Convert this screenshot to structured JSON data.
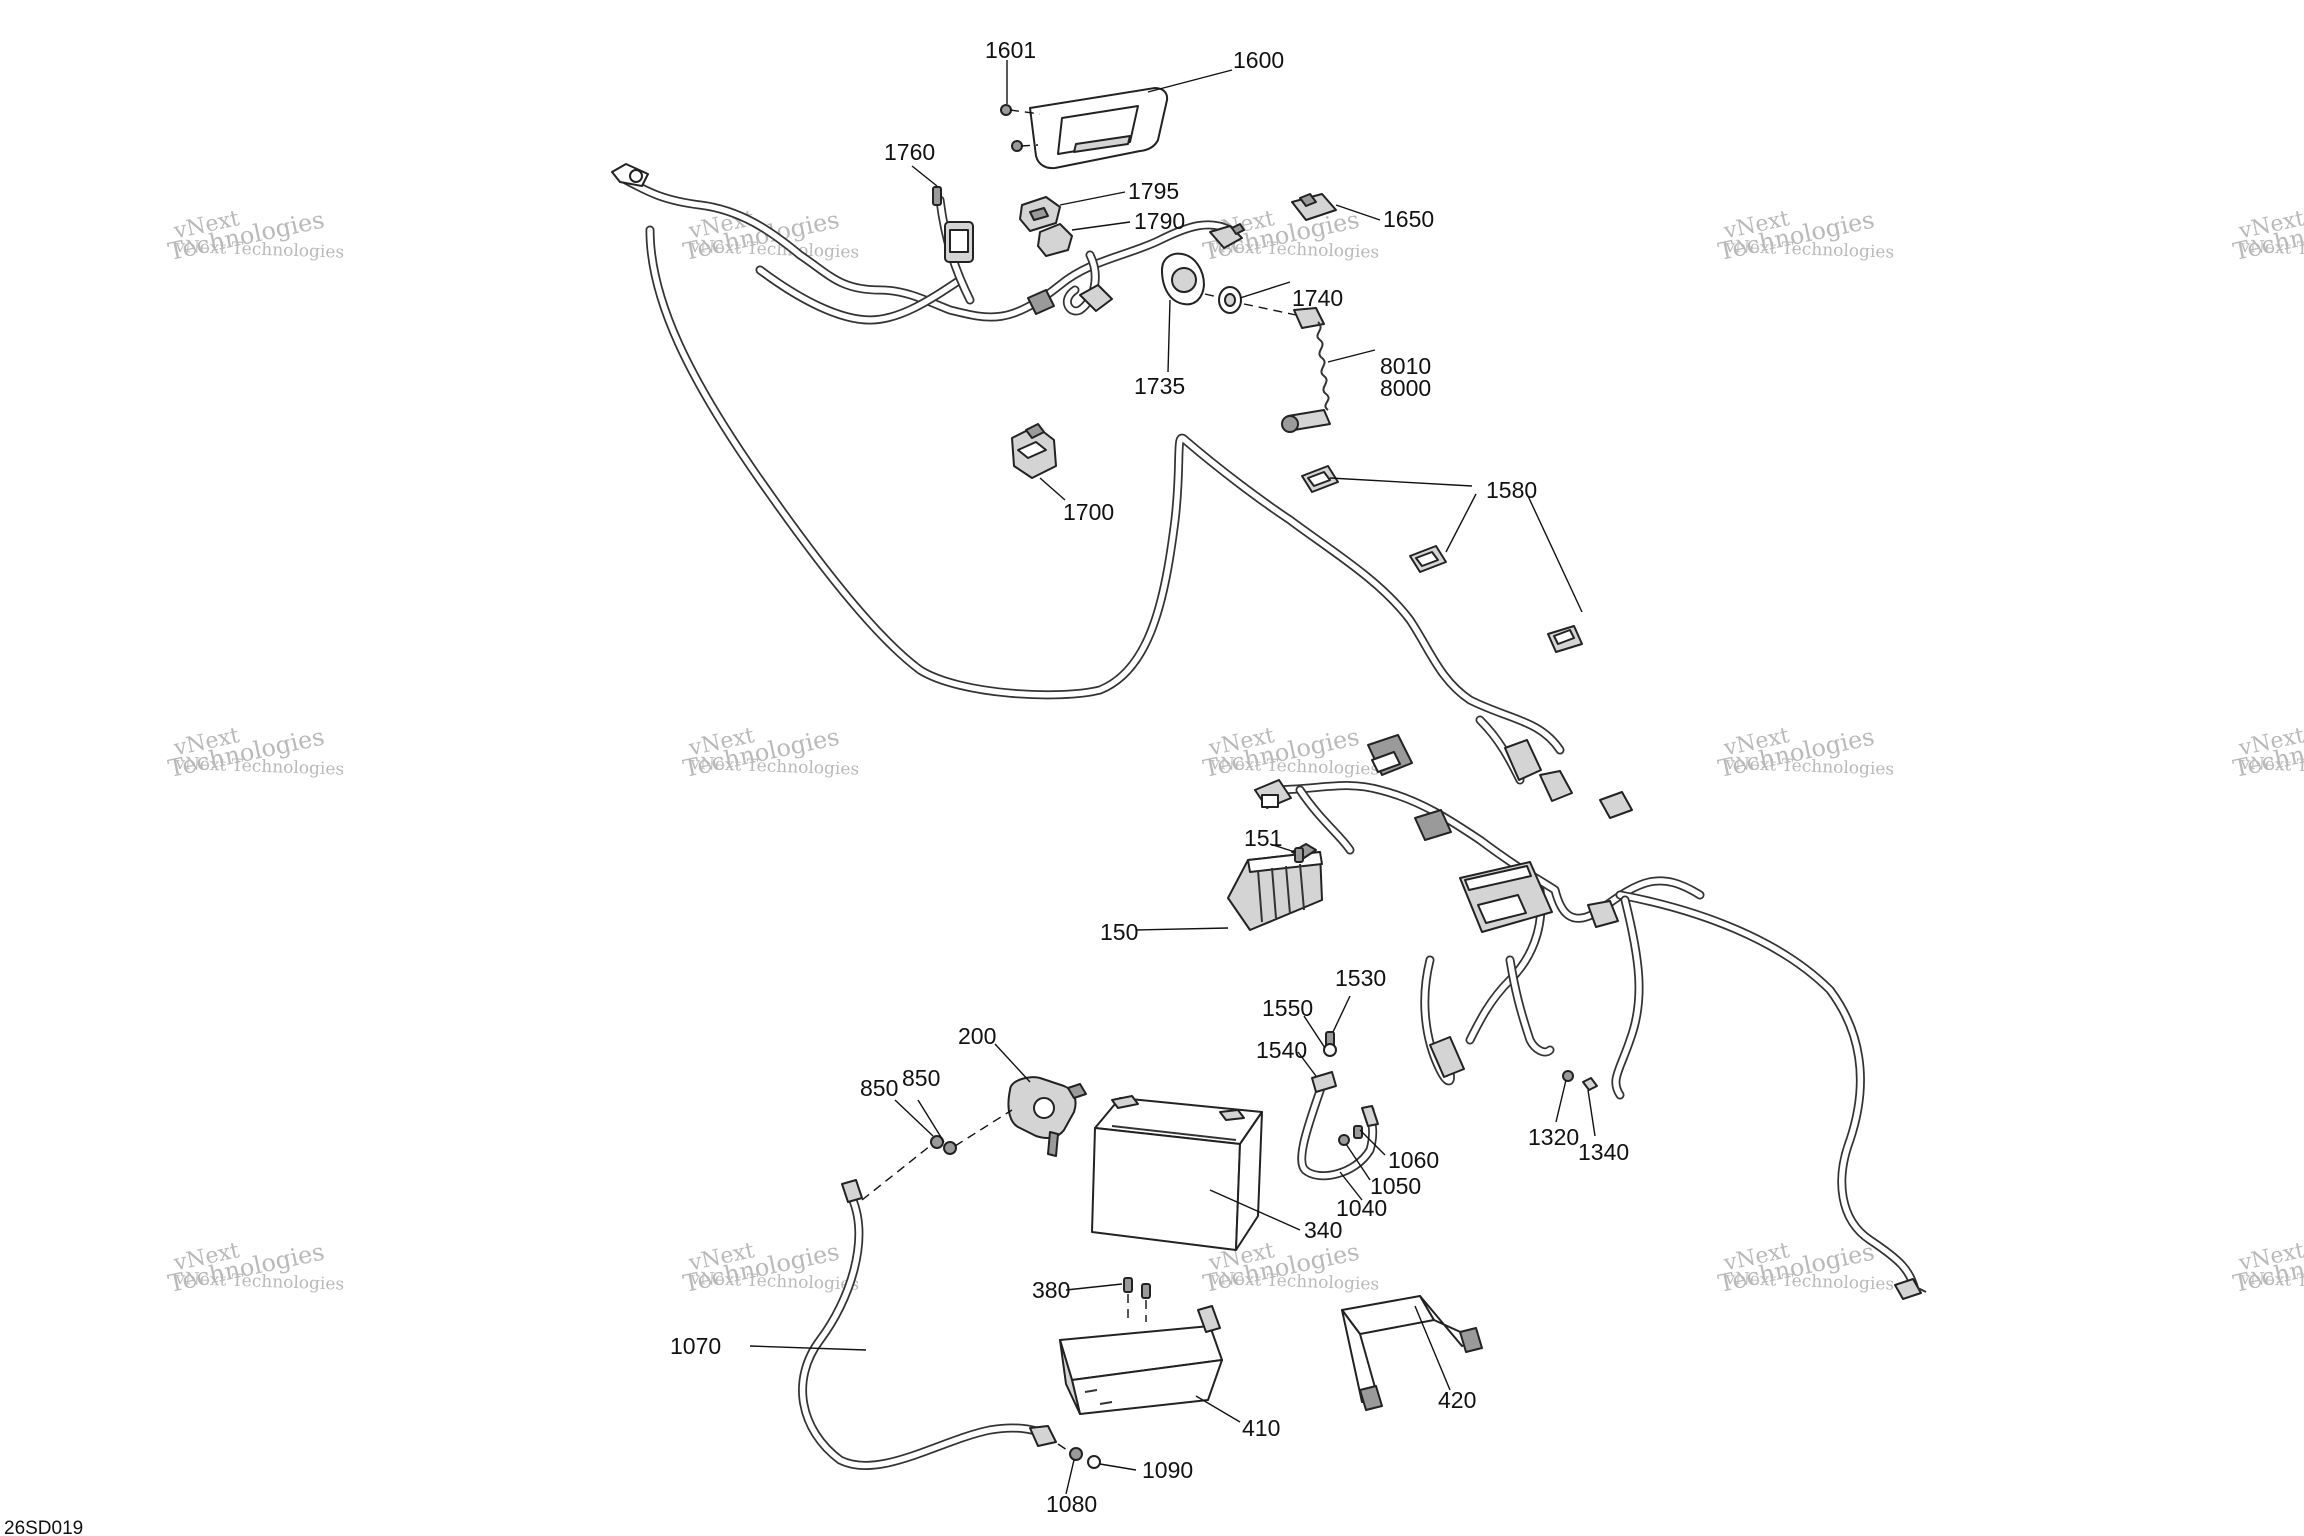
{
  "diagram_code": "26SD019",
  "watermark": {
    "line1": "vNext Technologies",
    "line2": "Technologies",
    "overlay": "vNext"
  },
  "callouts": {
    "c1601": "1601",
    "c1600": "1600",
    "c1760": "1760",
    "c1795": "1795",
    "c1790": "1790",
    "c1650": "1650",
    "c1740": "1740",
    "c8010": "8010",
    "c8000": "8000",
    "c1735": "1735",
    "c1700": "1700",
    "c1580": "1580",
    "c151": "151",
    "c150": "150",
    "c1530": "1530",
    "c1550": "1550",
    "c1540": "1540",
    "c200": "200",
    "c850a": "850",
    "c850b": "850",
    "c1320": "1320",
    "c1340": "1340",
    "c1060": "1060",
    "c1050": "1050",
    "c1040": "1040",
    "c340": "340",
    "c380": "380",
    "c1070": "1070",
    "c410": "410",
    "c420": "420",
    "c1090": "1090",
    "c1080": "1080"
  }
}
